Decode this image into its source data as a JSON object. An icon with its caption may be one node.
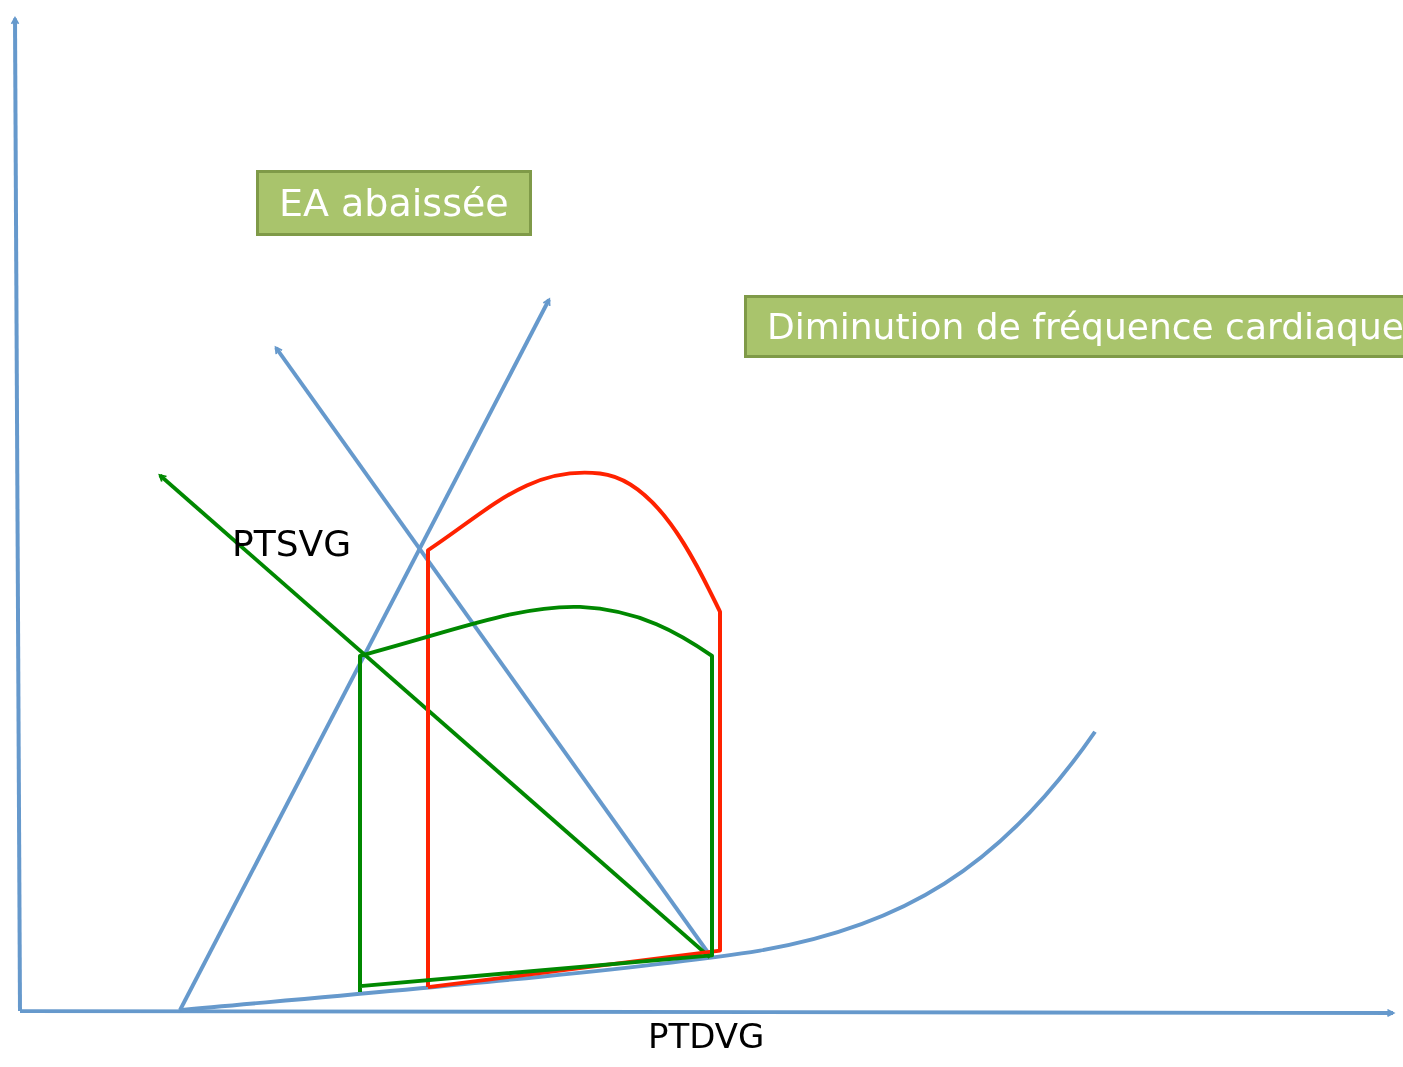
{
  "diagram": {
    "nodes": [
      {
        "text": [
          "EA abaissée"
        ]
      },
      {
        "text": [
          "Diminution de fréquence cardiaque"
        ]
      }
    ],
    "labels": [
      "PTSVG",
      "PTDVG"
    ]
  }
}
